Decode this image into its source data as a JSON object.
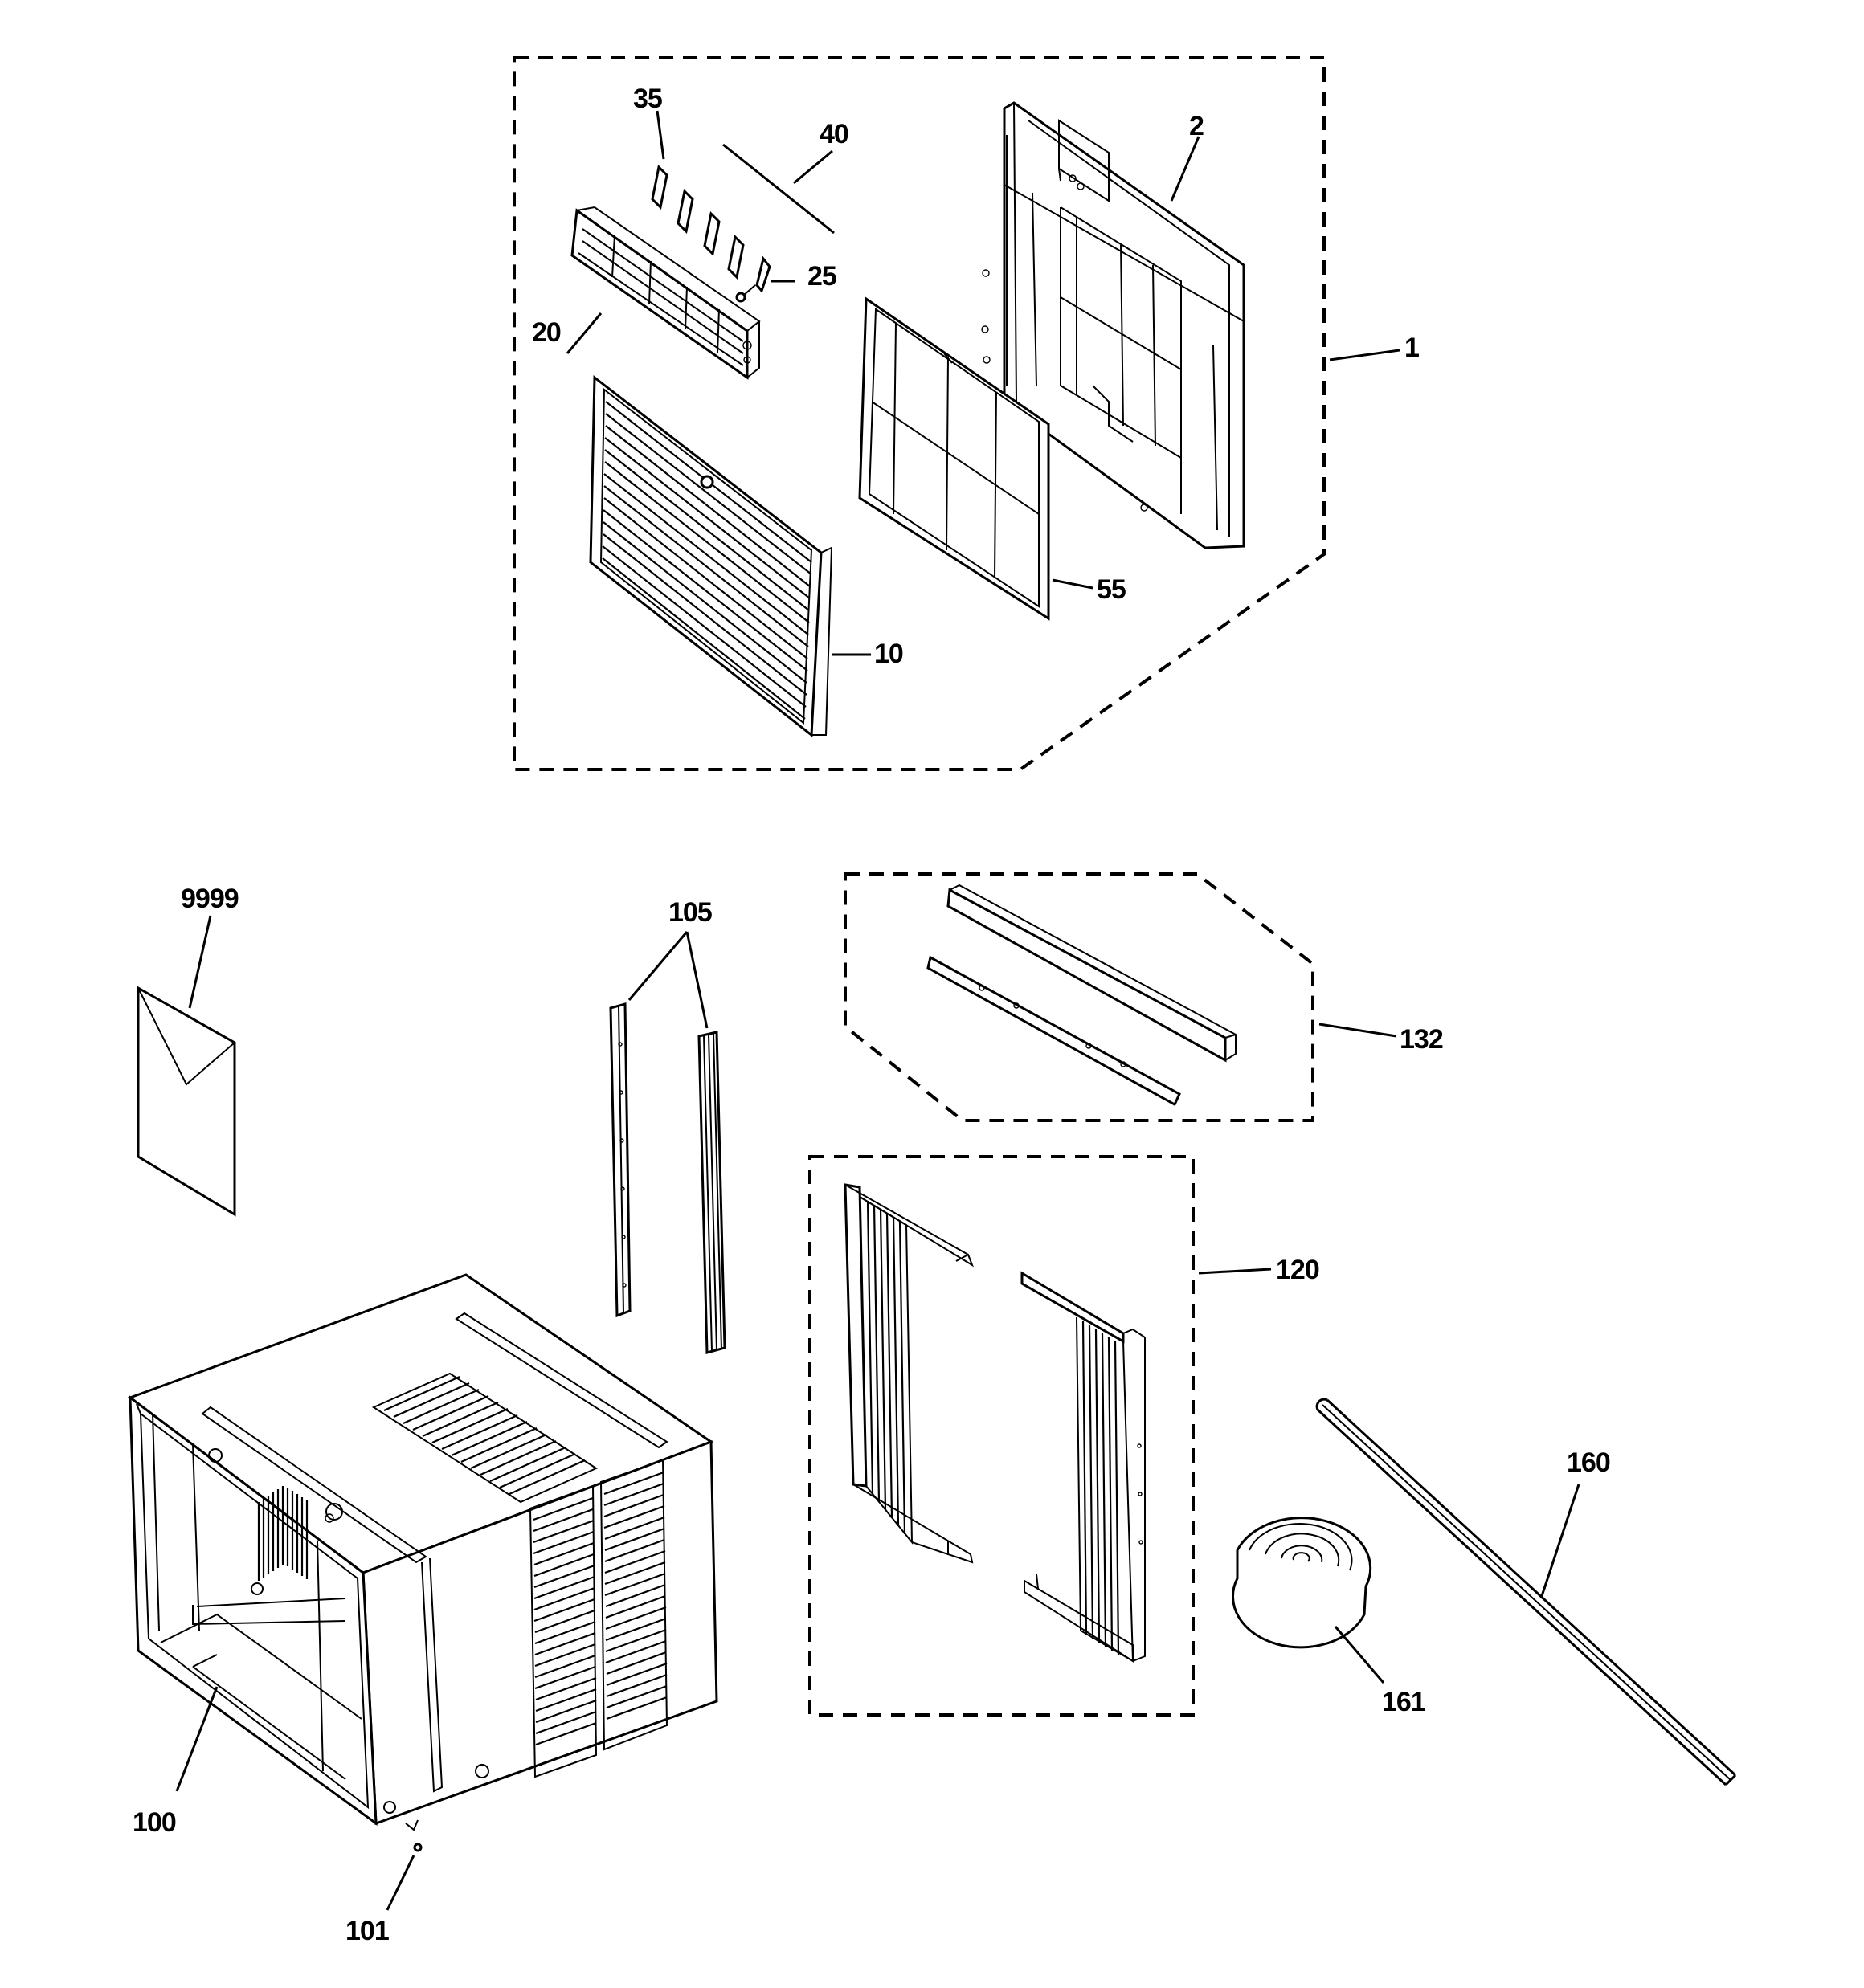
{
  "callouts": {
    "c1": "1",
    "c2": "2",
    "c10": "10",
    "c20": "20",
    "c25": "25",
    "c35": "35",
    "c40": "40",
    "c55": "55",
    "c100": "100",
    "c101": "101",
    "c105": "105",
    "c120": "120",
    "c132": "132",
    "c160": "160",
    "c161": "161",
    "c9999": "9999"
  }
}
